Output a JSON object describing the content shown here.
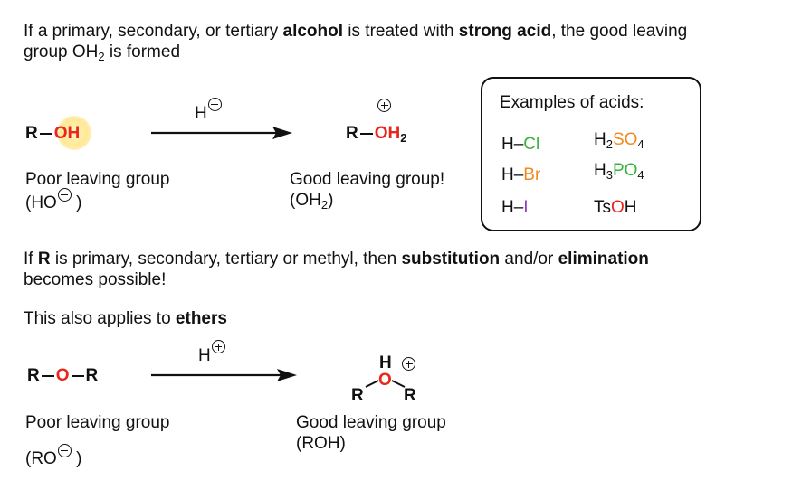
{
  "intro": {
    "p1": "If a primary, secondary, or tertiary ",
    "alcohol": "alcohol",
    "p2": " is treated with ",
    "strong_acid": "strong acid",
    "p3": ", the good leaving",
    "line2a": "group OH",
    "line2_sub": "2",
    "line2b": " is formed"
  },
  "reaction1": {
    "reactant_r": "R",
    "reactant_oh": "OH",
    "reagent": "H",
    "product_r": "R",
    "product_oh": "OH",
    "product_sub": "2",
    "left_caption": "Poor leaving group",
    "left_species": "(HO",
    "left_close": " )",
    "right_caption": "Good leaving group!",
    "right_species_a": "(OH",
    "right_species_sub": "2",
    "right_species_b": ")"
  },
  "acids": {
    "title": "Examples of acids:",
    "hcl_h": "H–",
    "hcl_x": "Cl",
    "hbr_h": "H–",
    "hbr_x": "Br",
    "hi_h": "H–",
    "hi_x": "I",
    "h2so4_h": "H",
    "h2so4_h_sub": "2",
    "h2so4_so": "SO",
    "h2so4_o_sub": "4",
    "h3po4_h": "H",
    "h3po4_h_sub": "3",
    "h3po4_po": "PO",
    "h3po4_o_sub": "4",
    "tsoh_ts": "Ts",
    "tsoh_o": "O",
    "tsoh_h": "H"
  },
  "middle": {
    "p1": "If ",
    "r": "R",
    "p2": " is primary, secondary, tertiary or methyl, then ",
    "substitution": "substitution",
    "p3": " and/or ",
    "elimination": "elimination",
    "line2": "becomes possible!",
    "ethers_a": "This also applies to ",
    "ethers_b": "ethers"
  },
  "reaction2": {
    "reactant_r1": "R",
    "reactant_o": "O",
    "reactant_r2": "R",
    "reagent": "H",
    "product_h": "H",
    "product_o": "O",
    "product_r1": "R",
    "product_r2": "R",
    "left_caption": "Poor leaving group",
    "left_species": "(RO",
    "left_close": " )",
    "right_caption": "Good leaving group",
    "right_species": "(ROH)"
  }
}
